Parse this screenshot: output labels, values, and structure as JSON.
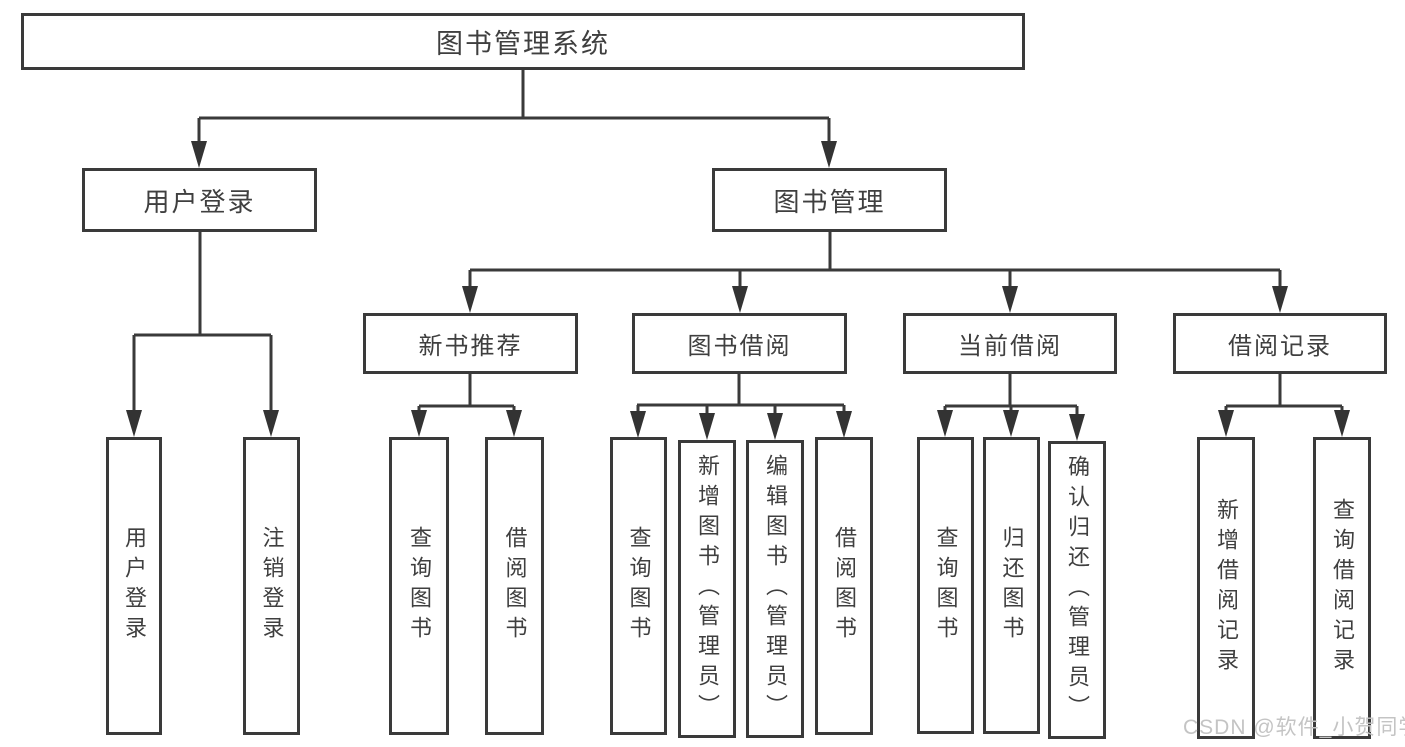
{
  "tree": {
    "root": "图书管理系统",
    "branches": [
      {
        "label": "用户登录",
        "children": [
          {
            "label": "用户登录"
          },
          {
            "label": "注销登录"
          }
        ]
      },
      {
        "label": "图书管理",
        "children": [
          {
            "label": "新书推荐",
            "children": [
              {
                "label": "查询图书"
              },
              {
                "label": "借阅图书"
              }
            ]
          },
          {
            "label": "图书借阅",
            "children": [
              {
                "label": "查询图书"
              },
              {
                "label": "新增图书（管理员）"
              },
              {
                "label": "编辑图书（管理员）"
              },
              {
                "label": "借阅图书"
              }
            ]
          },
          {
            "label": "当前借阅",
            "children": [
              {
                "label": "查询图书"
              },
              {
                "label": "归还图书"
              },
              {
                "label": "确认归还（管理员）"
              }
            ]
          },
          {
            "label": "借阅记录",
            "children": [
              {
                "label": "新增借阅记录"
              },
              {
                "label": "查询借阅记录"
              }
            ]
          }
        ]
      }
    ]
  },
  "watermark": "CSDN @软件_小贺同学",
  "colors": {
    "line": "#3a3a3a",
    "text": "#3f3f3f",
    "background": "#ffffff",
    "watermark": "#c4c4c4"
  }
}
